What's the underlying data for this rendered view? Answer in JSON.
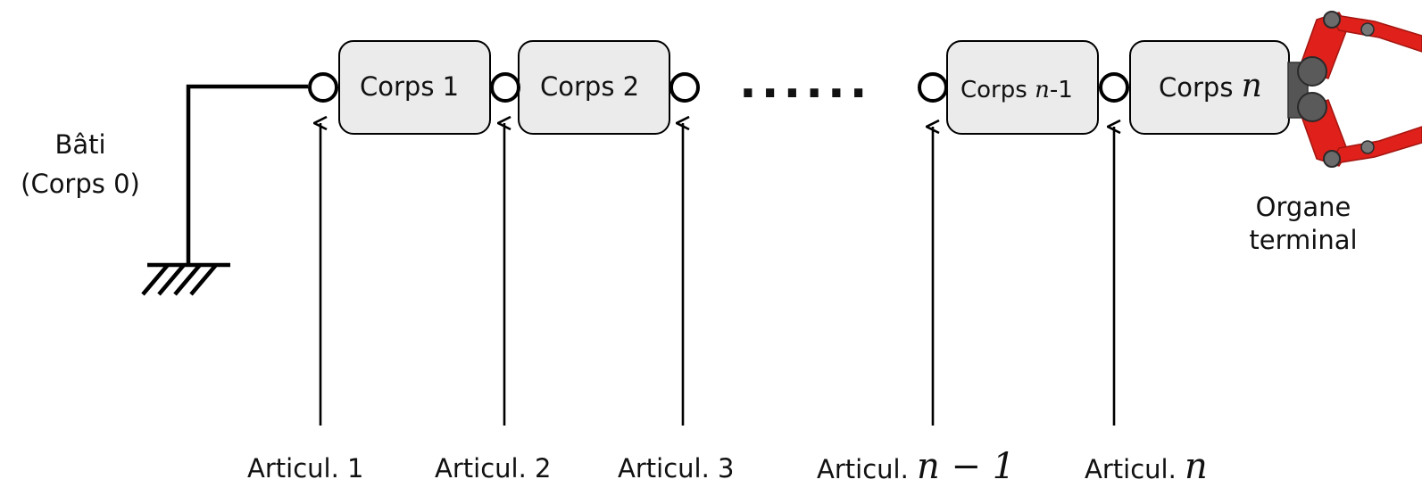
{
  "base": {
    "line1": "Bâti",
    "line2": "(Corps 0)"
  },
  "bodies": [
    {
      "prefix": "Corps",
      "index": "1",
      "suffix": ""
    },
    {
      "prefix": "Corps",
      "index": "2",
      "suffix": ""
    },
    {
      "prefix": "Corps",
      "index": "n",
      "suffix": "-1"
    },
    {
      "prefix": "Corps",
      "index": "n",
      "suffix": ""
    }
  ],
  "ellipsis": "......",
  "end_effector": {
    "line1": "Organe",
    "line2": "terminal"
  },
  "joints": [
    {
      "prefix": "Articul.",
      "index": "1"
    },
    {
      "prefix": "Articul.",
      "index": "2"
    },
    {
      "prefix": "Articul.",
      "index": "3"
    },
    {
      "prefix": "Articul.",
      "index": "n − 1"
    },
    {
      "prefix": "Articul.",
      "index": "n"
    }
  ],
  "colors": {
    "stroke": "#000000",
    "body_fill": "#ebebeb",
    "gripper_red": "#e0201a",
    "gripper_grey": "#555555"
  }
}
